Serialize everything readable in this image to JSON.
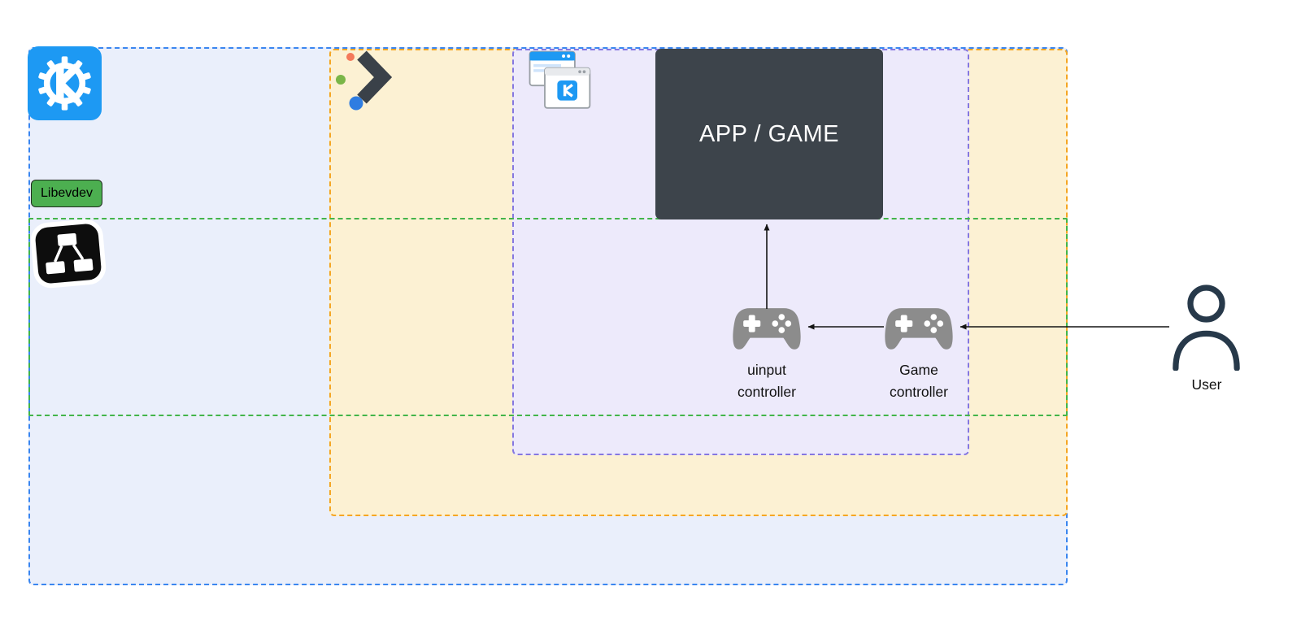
{
  "layers": {
    "blue_box": {
      "icon": "kde-gear-logo"
    },
    "orange_box": {
      "icon": "chevron-with-dots-logo"
    },
    "purple_box": {
      "icon": "overlapping-windows-kde-logo"
    },
    "green_region": {
      "label": "Libevdev",
      "icon": "node-graph-sticker-icon"
    }
  },
  "nodes": {
    "app": {
      "label": "APP / GAME"
    },
    "uinput_controller": {
      "line1": "uinput",
      "line2": "controller",
      "icon": "gamepad-icon"
    },
    "game_controller": {
      "line1": "Game",
      "line2": "controller",
      "icon": "gamepad-icon"
    },
    "user": {
      "label": "User",
      "icon": "person-outline-icon"
    }
  },
  "arrows": [
    {
      "from": "uinput controller",
      "to": "APP / GAME"
    },
    {
      "from": "Game controller",
      "to": "uinput controller"
    },
    {
      "from": "User",
      "to": "Game controller"
    }
  ],
  "colors": {
    "blue_border": "#3a86f0",
    "blue_fill": "#eaeffb",
    "orange_border": "#f5a623",
    "orange_fill": "#fcf1d3",
    "purple_border": "#8577e0",
    "purple_fill": "#edeafb",
    "green_border": "#43b54a",
    "green_badge_bg": "#4caf50",
    "app_box_bg": "#3d444b",
    "app_box_text": "#ffffff",
    "gamepad_gray": "#8c8c8c",
    "kde_blue": "#1d99f3",
    "arrow_color": "#141414",
    "user_stroke": "#27394a",
    "label_color": "#111111",
    "chevron_dark": "#3a4149",
    "dot_orange": "#f4795b",
    "dot_green": "#7ab648",
    "dot_blue": "#2f7de1",
    "icon_black": "#0d0d0d"
  }
}
